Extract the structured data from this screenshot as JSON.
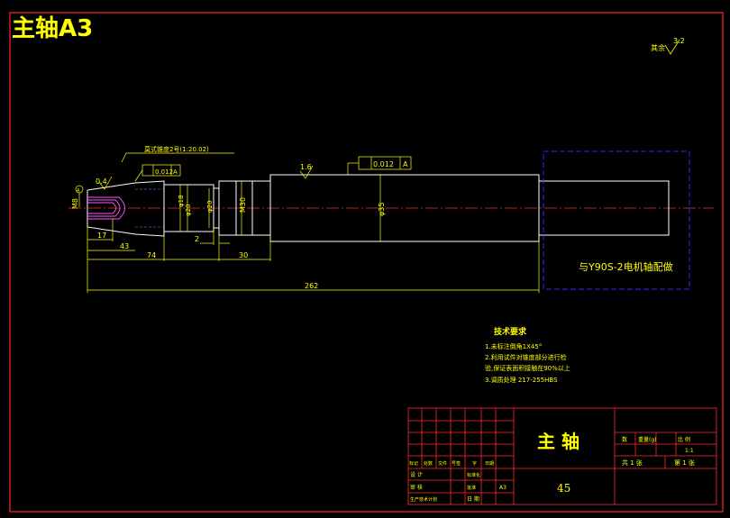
{
  "header": {
    "title": "主轴A3"
  },
  "surface_finish_note": {
    "label": "其余",
    "value": "3.2"
  },
  "drawing": {
    "morse_taper_label": "莫式锥度2号(1:20.02)",
    "tolerance_left": {
      "value": "0.012",
      "datum": "A"
    },
    "tolerance_right": {
      "value": "0.012",
      "datum": "A"
    },
    "roughness_left": "0.4",
    "roughness_mid": "1.6",
    "datum_mark": "A",
    "dia_thread": "M8",
    "dia_taper_big": "φ18",
    "dia_taper_small": "φ20",
    "dia_small": "φ20",
    "dia_m30": "M30",
    "dia_main": "φ35",
    "dim_17": "17",
    "dim_43": "43",
    "dim_74": "74",
    "dim_2": "2",
    "dim_30": "30",
    "dim_262": "262",
    "motor_note": "与Y90S-2电机轴配做"
  },
  "tech_requirements": {
    "title": "技术要求",
    "items": [
      "1.未标注倒角1X45°",
      "2.利用试件对锥度部分进行检",
      "验,保证表面积接触在90%以上",
      "3.调质处理 217-255HBS"
    ]
  },
  "title_block": {
    "part_name": "主  轴",
    "material": "45",
    "scale_label": "比  例",
    "scale_value": "1:1",
    "weight_label": "重量(g)",
    "quantity_label": "数",
    "sheets_total": "共 1 张",
    "sheet_no": "第 1 张",
    "rev_headers": [
      "标记",
      "处数",
      "文件",
      "号签",
      "字",
      "日期"
    ],
    "designer_label": "设 计",
    "checker_label": "审 核",
    "craft_label": "生产技术计划",
    "std_label": "标准化",
    "approve_label": "批准",
    "date_label": "日 期",
    "format": "A3"
  }
}
